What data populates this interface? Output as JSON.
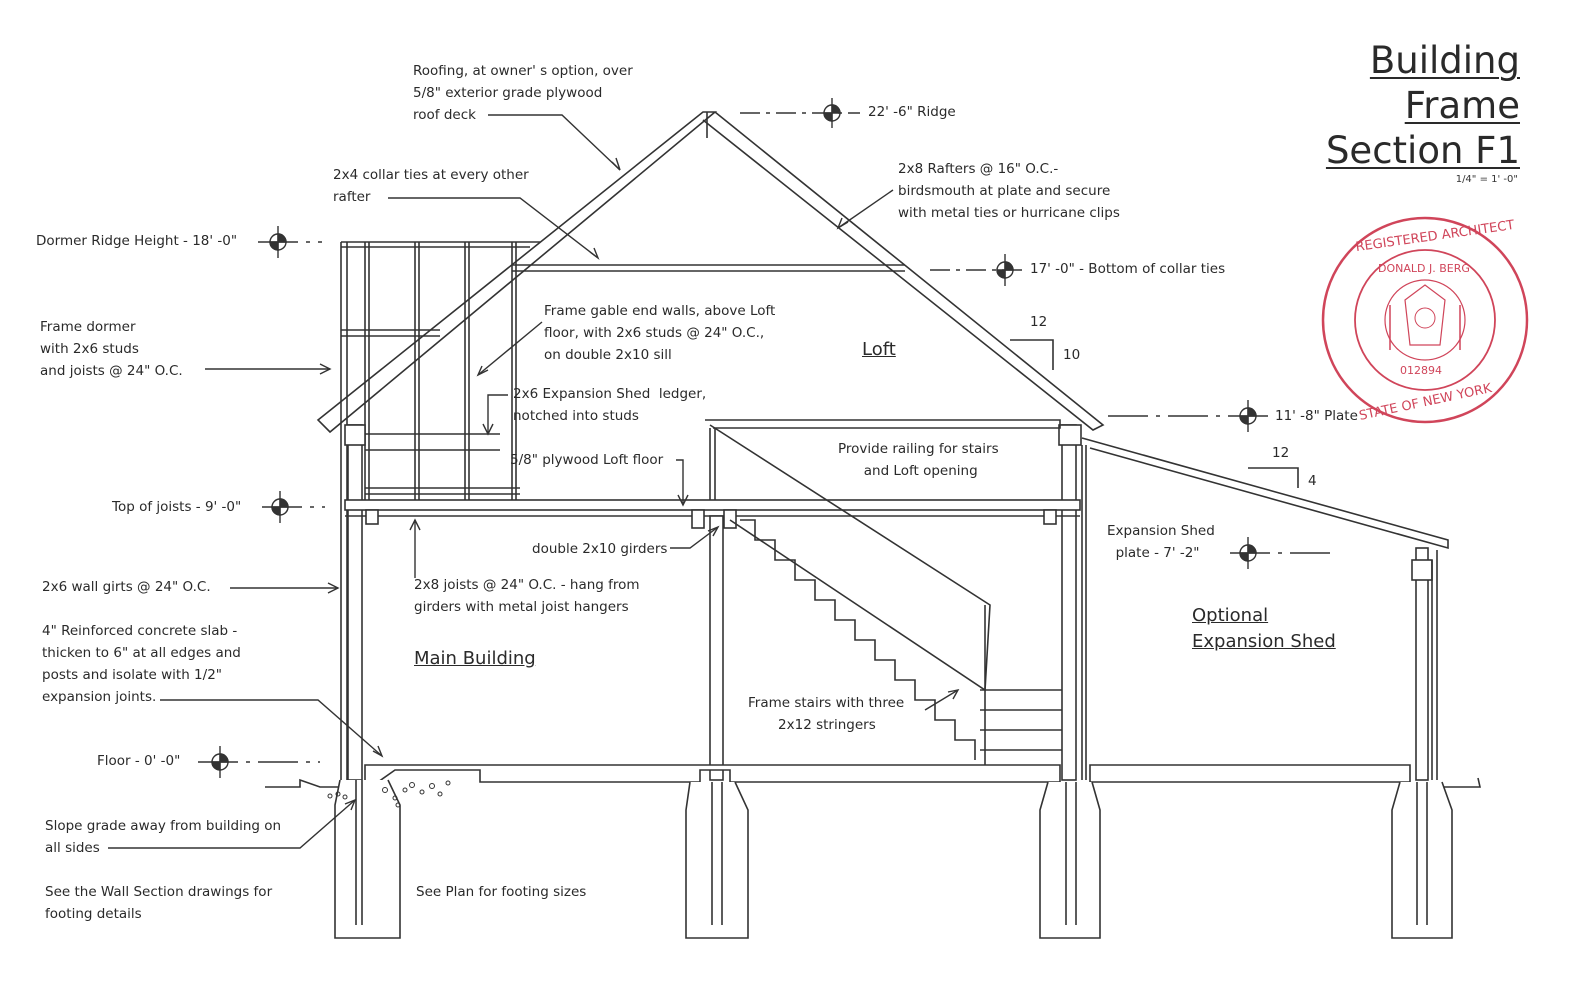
{
  "title": {
    "line1": "Building",
    "line2": "Frame",
    "line3": "Section  F1",
    "scale": "1/4\" = 1' -0\""
  },
  "stamp": {
    "top_text": "REGISTERED ARCHITECT",
    "name": "DONALD J. BERG",
    "number": "012894",
    "bottom_text": "STATE OF NEW YORK",
    "color": "#d0455a"
  },
  "rooms": {
    "loft": "Loft",
    "main": "Main Building",
    "shed": "Optional\nExpansion Shed"
  },
  "elevations": {
    "ridge": "22' -6\" Ridge",
    "dormer_ridge": "Dormer Ridge Height - 18' -0\"",
    "collar": "17' -0\" - Bottom of collar ties",
    "plate": "11' -8\" Plate",
    "joists": "Top of joists - 9' -0\"",
    "shed_plate": "Expansion Shed\n  plate - 7' -2\"",
    "floor": "Floor - 0' -0\""
  },
  "pitch": {
    "main_run": "12",
    "main_rise": "10",
    "shed_run": "12",
    "shed_rise": "4"
  },
  "notes": {
    "roofing": "Roofing, at owner' s option, over\n5/8\" exterior grade plywood\nroof deck",
    "collar_ties": "2x4 collar ties at every other\nrafter",
    "rafters": "2x8 Rafters @ 16\" O.C.-\nbirdsmouth at plate and secure\nwith metal ties or hurricane clips",
    "dormer": "Frame dormer\nwith 2x6 studs\nand joists @ 24\" O.C.",
    "gable": "Frame gable end walls, above Loft\nfloor, with 2x6 studs @ 24\" O.C.,\non double 2x10 sill",
    "ledger": "2x6 Expansion Shed  ledger,\nnotched into studs",
    "plywood": "5/8\" plywood Loft floor",
    "railing": "Provide railing for stairs\n      and Loft opening",
    "girders": "double 2x10 girders",
    "girts": "2x6 wall girts @ 24\" O.C.",
    "joists_note": "2x8 joists @ 24\" O.C. - hang from\ngirders with metal joist hangers",
    "slab": "4\" Reinforced concrete slab -\nthicken to 6\" at all edges and\nposts and isolate with 1/2\"\nexpansion joints.",
    "stairs": "Frame stairs with three\n       2x12 stringers",
    "slope": "Slope grade away from building on\nall sides",
    "wall_section": "See the Wall Section drawings for\nfooting details",
    "plan": "See Plan for footing sizes"
  }
}
